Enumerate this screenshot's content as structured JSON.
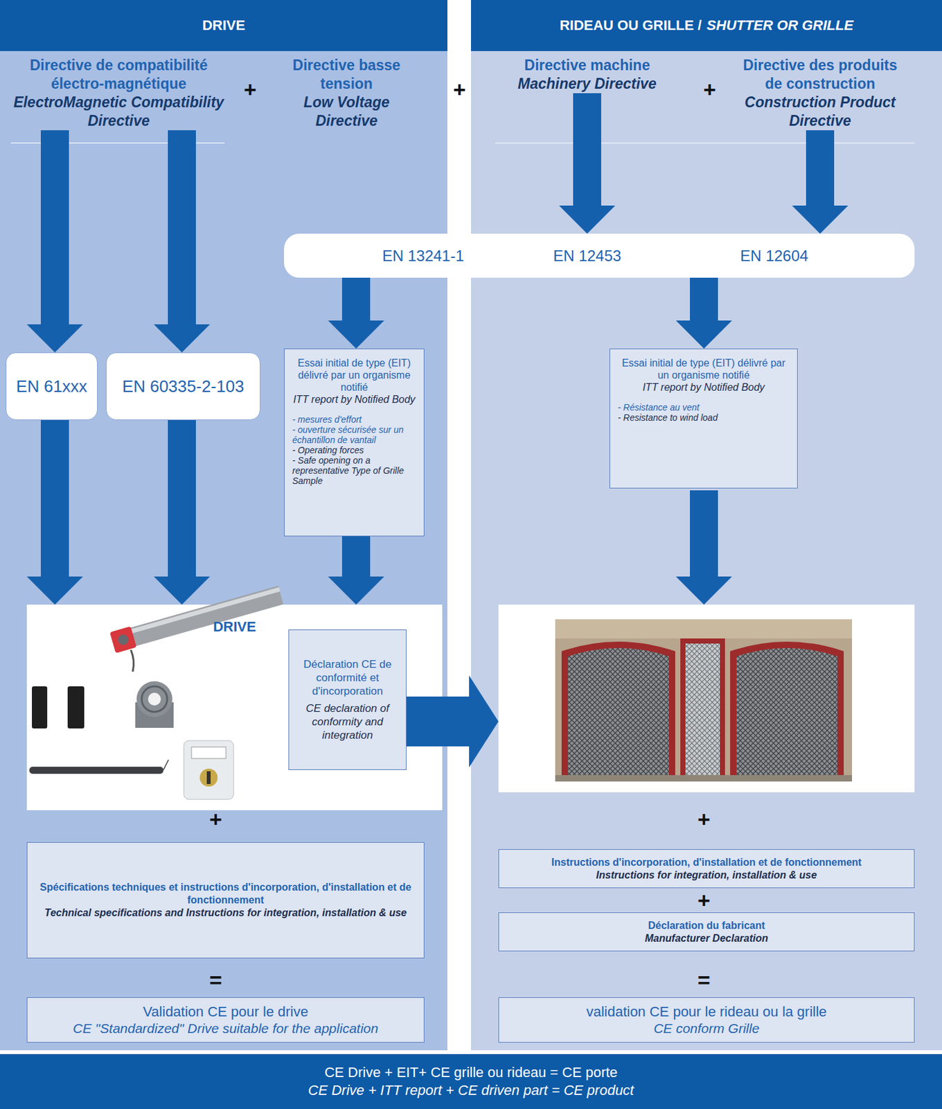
{
  "diagram": {
    "nodes": [
      {
        "text": [
          "DRIVE"
        ]
      },
      {
        "text": [
          "Directive de compatibilité électro-magnétique",
          "ElectroMagnetic Compatibility Directive"
        ],
        "in": 0
      },
      {
        "text": [
          "Directive basse tension",
          "Low Voltage Directive"
        ],
        "in": 0
      },
      {
        "text": [
          "RIDEAU OU GRILLE /",
          "SHUTTER OR GRILLE"
        ]
      },
      {
        "text": [
          "Directive machine",
          "Machinery Directive"
        ],
        "in": 3
      },
      {
        "text": [
          "Directive des produits de construction",
          "Construction Product Directive"
        ],
        "in": 3
      },
      {
        "text": [
          "EN 13241-1",
          "EN 12453",
          "EN 12604"
        ]
      },
      {
        "text": [
          "EN 61xxx"
        ],
        "in": 0
      },
      {
        "text": [
          "EN 60335-2-103"
        ],
        "in": 0
      },
      {
        "text": [
          "Essai initial de type (EIT) délivré par un organisme notifié",
          "ITT report by Notified Body",
          "- mesures d'effort",
          "- ouverture sécurisée sur un échantillon de vantail",
          "- Operating forces",
          "- Safe opening on a representative Type of Grille Sample"
        ],
        "in": 0
      },
      {
        "text": [
          "Essai initial de type (EIT) délivré par un organisme notifié",
          "ITT report by Notified Body",
          "- Résistance au vent",
          "- Resistance to wind load"
        ],
        "in": 3
      },
      {
        "text": [
          "DRIVE"
        ],
        "in": 0
      },
      {
        "text": [
          "Déclaration CE de conformité et d'incorporation",
          "CE declaration of conformity and integration"
        ],
        "in": 11
      },
      {
        "text": [
          "Spécifications techniques et instructions d'incorporation, d'installation et de fonctionnement",
          "Technical specifications and Instructions for integration, installation & use"
        ],
        "in": 0
      },
      {
        "text": [
          "Validation CE pour le drive",
          "CE \"Standardized\" Drive suitable for the application"
        ],
        "in": 0
      },
      {
        "text": [
          "Instructions d'incorporation, d'installation et de fonctionnement",
          "Instructions for integration, installation & use"
        ],
        "in": 3
      },
      {
        "text": [
          "Déclaration du fabricant",
          "Manufacturer Declaration"
        ],
        "in": 3
      },
      {
        "text": [
          "validation CE pour le rideau ou la grille",
          "CE conform Grille"
        ],
        "in": 3
      },
      {
        "text": [
          "CE Drive + EIT+ CE grille ou rideau = CE porte",
          "CE Drive + ITT report + CE driven part = CE product"
        ]
      }
    ],
    "edges": [
      {
        "from": 1,
        "to": 7,
        "arrow": "to"
      },
      {
        "from": 1,
        "to": 8,
        "arrow": "to"
      },
      {
        "from": 4,
        "to": 6,
        "arrow": "to"
      },
      {
        "from": 5,
        "to": 6,
        "arrow": "to"
      },
      {
        "from": 6,
        "to": 9,
        "arrow": "to"
      },
      {
        "from": 6,
        "to": 10,
        "arrow": "to"
      },
      {
        "from": 7,
        "to": 11,
        "arrow": "to"
      },
      {
        "from": 8,
        "to": 11,
        "arrow": "to"
      },
      {
        "from": 9,
        "to": 11,
        "arrow": "to"
      }
    ],
    "labels": [
      "+",
      "+",
      "+",
      "+",
      "+",
      "+",
      "=",
      "="
    ]
  }
}
